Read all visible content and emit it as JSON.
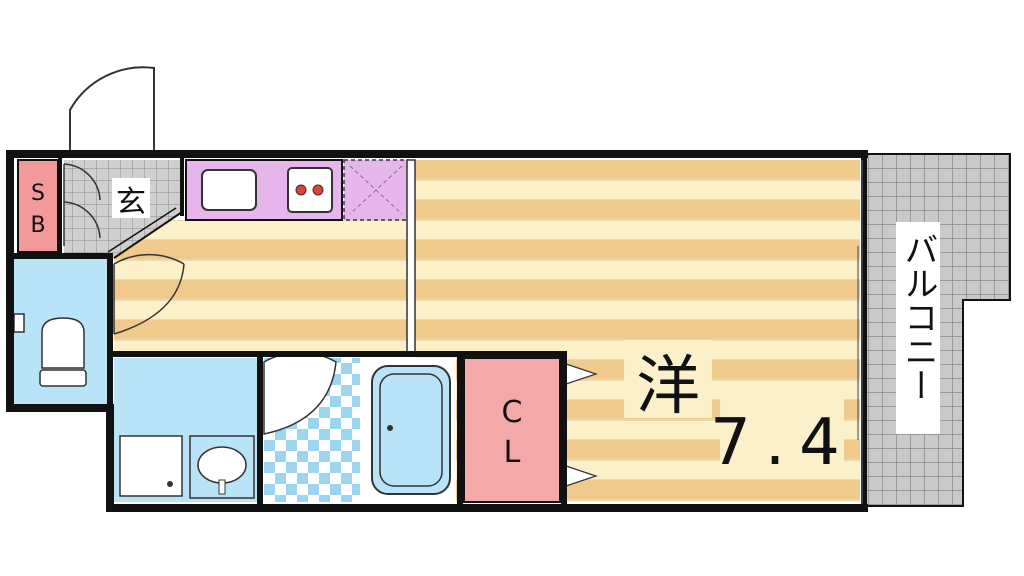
{
  "floorplan": {
    "rooms": {
      "sb": {
        "label_line1": "S",
        "label_line2": "B",
        "color": "#f29a9a"
      },
      "entrance": {
        "label": "玄"
      },
      "western": {
        "label": "洋",
        "area": "7.4"
      },
      "closet": {
        "label_line1": "C",
        "label_line2": "L",
        "color": "#f5a8a8"
      },
      "balcony": {
        "label": "バルコニー"
      }
    },
    "colors": {
      "wall": "#111111",
      "floor_wood": "#f0c98c",
      "floor_light": "#fbf0c9",
      "wet_area": "#b9e3f7",
      "kitchen": "#e5b5ec",
      "pink": "#f5a8a8",
      "tile_grey": "#bdbdbd",
      "tile_blue": "#9dd5f0"
    }
  }
}
